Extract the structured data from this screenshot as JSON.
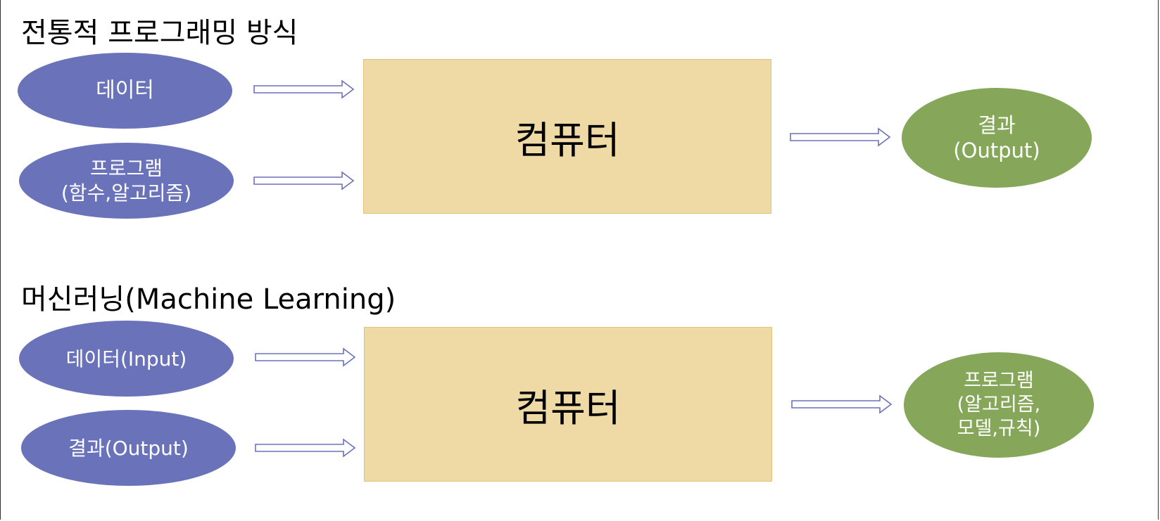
{
  "colors": {
    "input_ellipse": "#6a72b9",
    "output_ellipse": "#86a75a",
    "computer_box": "#efdaa6",
    "arrow_outline": "#6a72b9"
  },
  "traditional": {
    "title": "전통적 프로그래밍 방식",
    "input_data": {
      "line1": "데이터"
    },
    "input_program": {
      "line1": "프로그램",
      "line2": "(함수,알고리즘)"
    },
    "computer": "컴퓨터",
    "output": {
      "line1": "결과",
      "line2": "(Output)"
    }
  },
  "machine_learning": {
    "title": "머신러닝(Machine Learning)",
    "input_data": {
      "line1": "데이터(Input)"
    },
    "input_result": {
      "line1": "결과(Output)"
    },
    "computer": "컴퓨터",
    "output": {
      "line1": "프로그램",
      "line2": "(알고리즘,",
      "line3": "모델,규칙)"
    }
  }
}
